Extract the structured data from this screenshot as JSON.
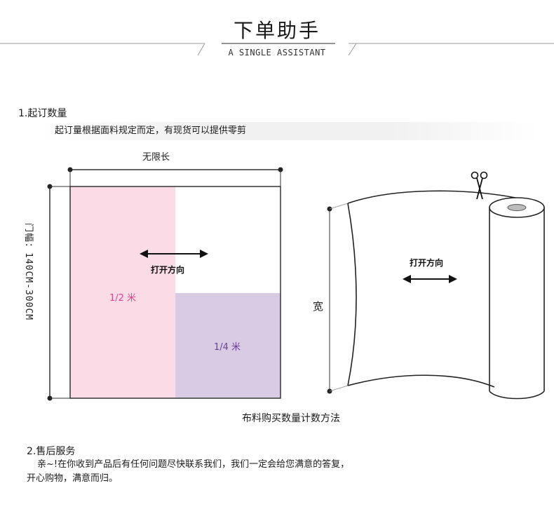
{
  "header": {
    "title": "下单助手",
    "subtitle": "A SINGLE ASSISTANT"
  },
  "section1": {
    "heading": "1.起订数量",
    "description": "起订量根据面料规定而定，有现货可以提供零剪"
  },
  "diagram_left": {
    "top_label": "无限长",
    "side_label": "门幅：140CM-300CM",
    "direction_label": "打开方向",
    "half_label": "1/2 米",
    "quarter_label": "1/4 米"
  },
  "diagram_right": {
    "width_label": "宽",
    "direction_label": "打开方向"
  },
  "caption": "布料购买数量计数方法",
  "section2": {
    "heading": "2.售后服务",
    "line1": "亲~!在你收到产品后有任何问题尽快联系我们，我们一定会给您满意的答复，",
    "line2": "开心购物，满意而归。"
  },
  "colors": {
    "pink_region": "#fadbe6",
    "purple_region": "#d9cbe4",
    "half_text": "#d4488f",
    "quarter_text": "#6a3f95",
    "line": "#333333"
  }
}
